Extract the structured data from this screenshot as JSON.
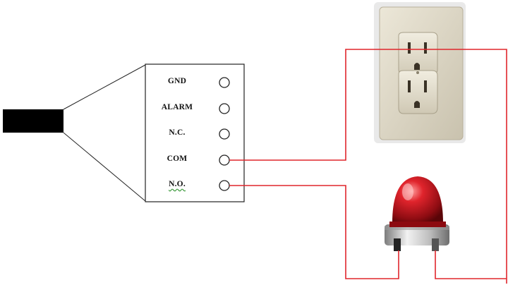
{
  "terminal_block": {
    "terminals": [
      {
        "label": "GND"
      },
      {
        "label": "ALARM"
      },
      {
        "label": "N.C."
      },
      {
        "label": "COM"
      },
      {
        "label": "N.O."
      }
    ]
  },
  "colors": {
    "wire": "#e0262c",
    "cable": "#000000",
    "outlet_plate": "#d9d3c2",
    "lamp_dome": "#c2161e"
  },
  "icons": {
    "cable": "cable-icon",
    "outlet": "power-outlet-icon",
    "lamp": "alarm-beacon-lamp-icon"
  }
}
